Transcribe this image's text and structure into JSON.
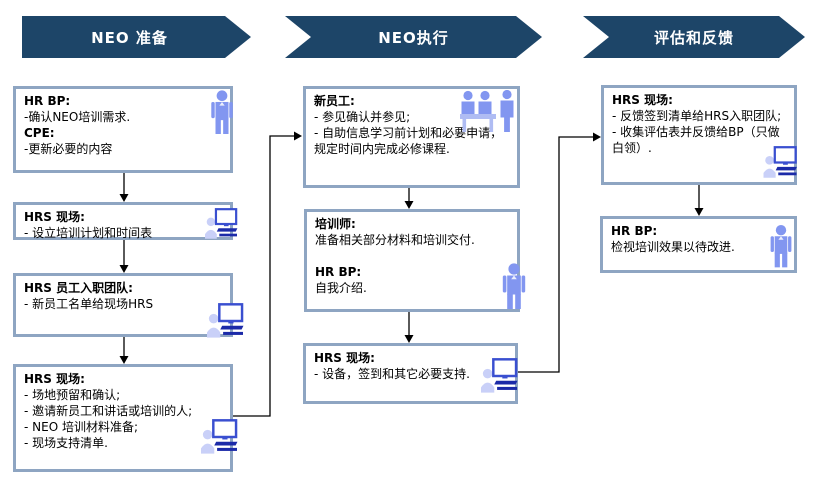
{
  "phases": [
    {
      "label": "NEO 准备"
    },
    {
      "label": "NEO执行"
    },
    {
      "label": "评估和反馈"
    }
  ],
  "boxes": {
    "hr_bp_cpe": {
      "lines": [
        "HR BP:",
        "-确认NEO培训需求.",
        "CPE:",
        "-更新必要的内容"
      ],
      "icon": "person-icon"
    },
    "hrs_onsite_schedule": {
      "lines": [
        "HRS 现场:",
        "- 设立培训计划和时间表"
      ],
      "icon": "computer-user-icon"
    },
    "hrs_onboarding_team": {
      "lines": [
        "HRS 员工入职团队:",
        "- 新员工名单给现场HRS"
      ],
      "icon": "computer-user-icon"
    },
    "hrs_onsite_prep": {
      "lines": [
        "HRS 现场:",
        "- 场地预留和确认;",
        "- 邀请新员工和讲话或培训的人;",
        "- NEO 培训材料准备;",
        "- 现场支持清单."
      ],
      "icon": "computer-user-icon"
    },
    "new_employee": {
      "lines": [
        "新员工:",
        "- 参见确认并参见;",
        "- 自助信息学习前计划和必要申请，",
        "规定时间内完成必修课程."
      ],
      "icon": "people-group-icon"
    },
    "trainer_hrbp": {
      "lines": [
        "培训师:",
        "准备相关部分材料和培训交付.",
        "",
        "HR BP:",
        "自我介绍."
      ],
      "icon": "person-icon"
    },
    "hrs_onsite_support": {
      "lines": [
        "HRS 现场:",
        "- 设备，签到和其它必要支持."
      ],
      "icon": "computer-user-icon"
    },
    "hrs_onsite_feedback": {
      "lines": [
        "HRS 现场:",
        "- 反馈签到清单给HRS入职团队;",
        "- 收集评估表并反馈给BP（只做",
        "白领）."
      ],
      "icon": "computer-user-icon"
    },
    "hr_bp_review": {
      "lines": [
        "HR BP:",
        "检视培训效果以待改进."
      ],
      "icon": "person-icon"
    }
  },
  "colors": {
    "banner_navy": "#1D4568",
    "box_border": "#8EA5C2",
    "person_blue": "#8296F0",
    "pale_person_blue": "#C9D0F8",
    "monitor_blue": "#3A4FD0",
    "keyboard_navy": "#1B2AA8",
    "table_blue": "#AFBCF3",
    "connector_black": "#000000"
  }
}
